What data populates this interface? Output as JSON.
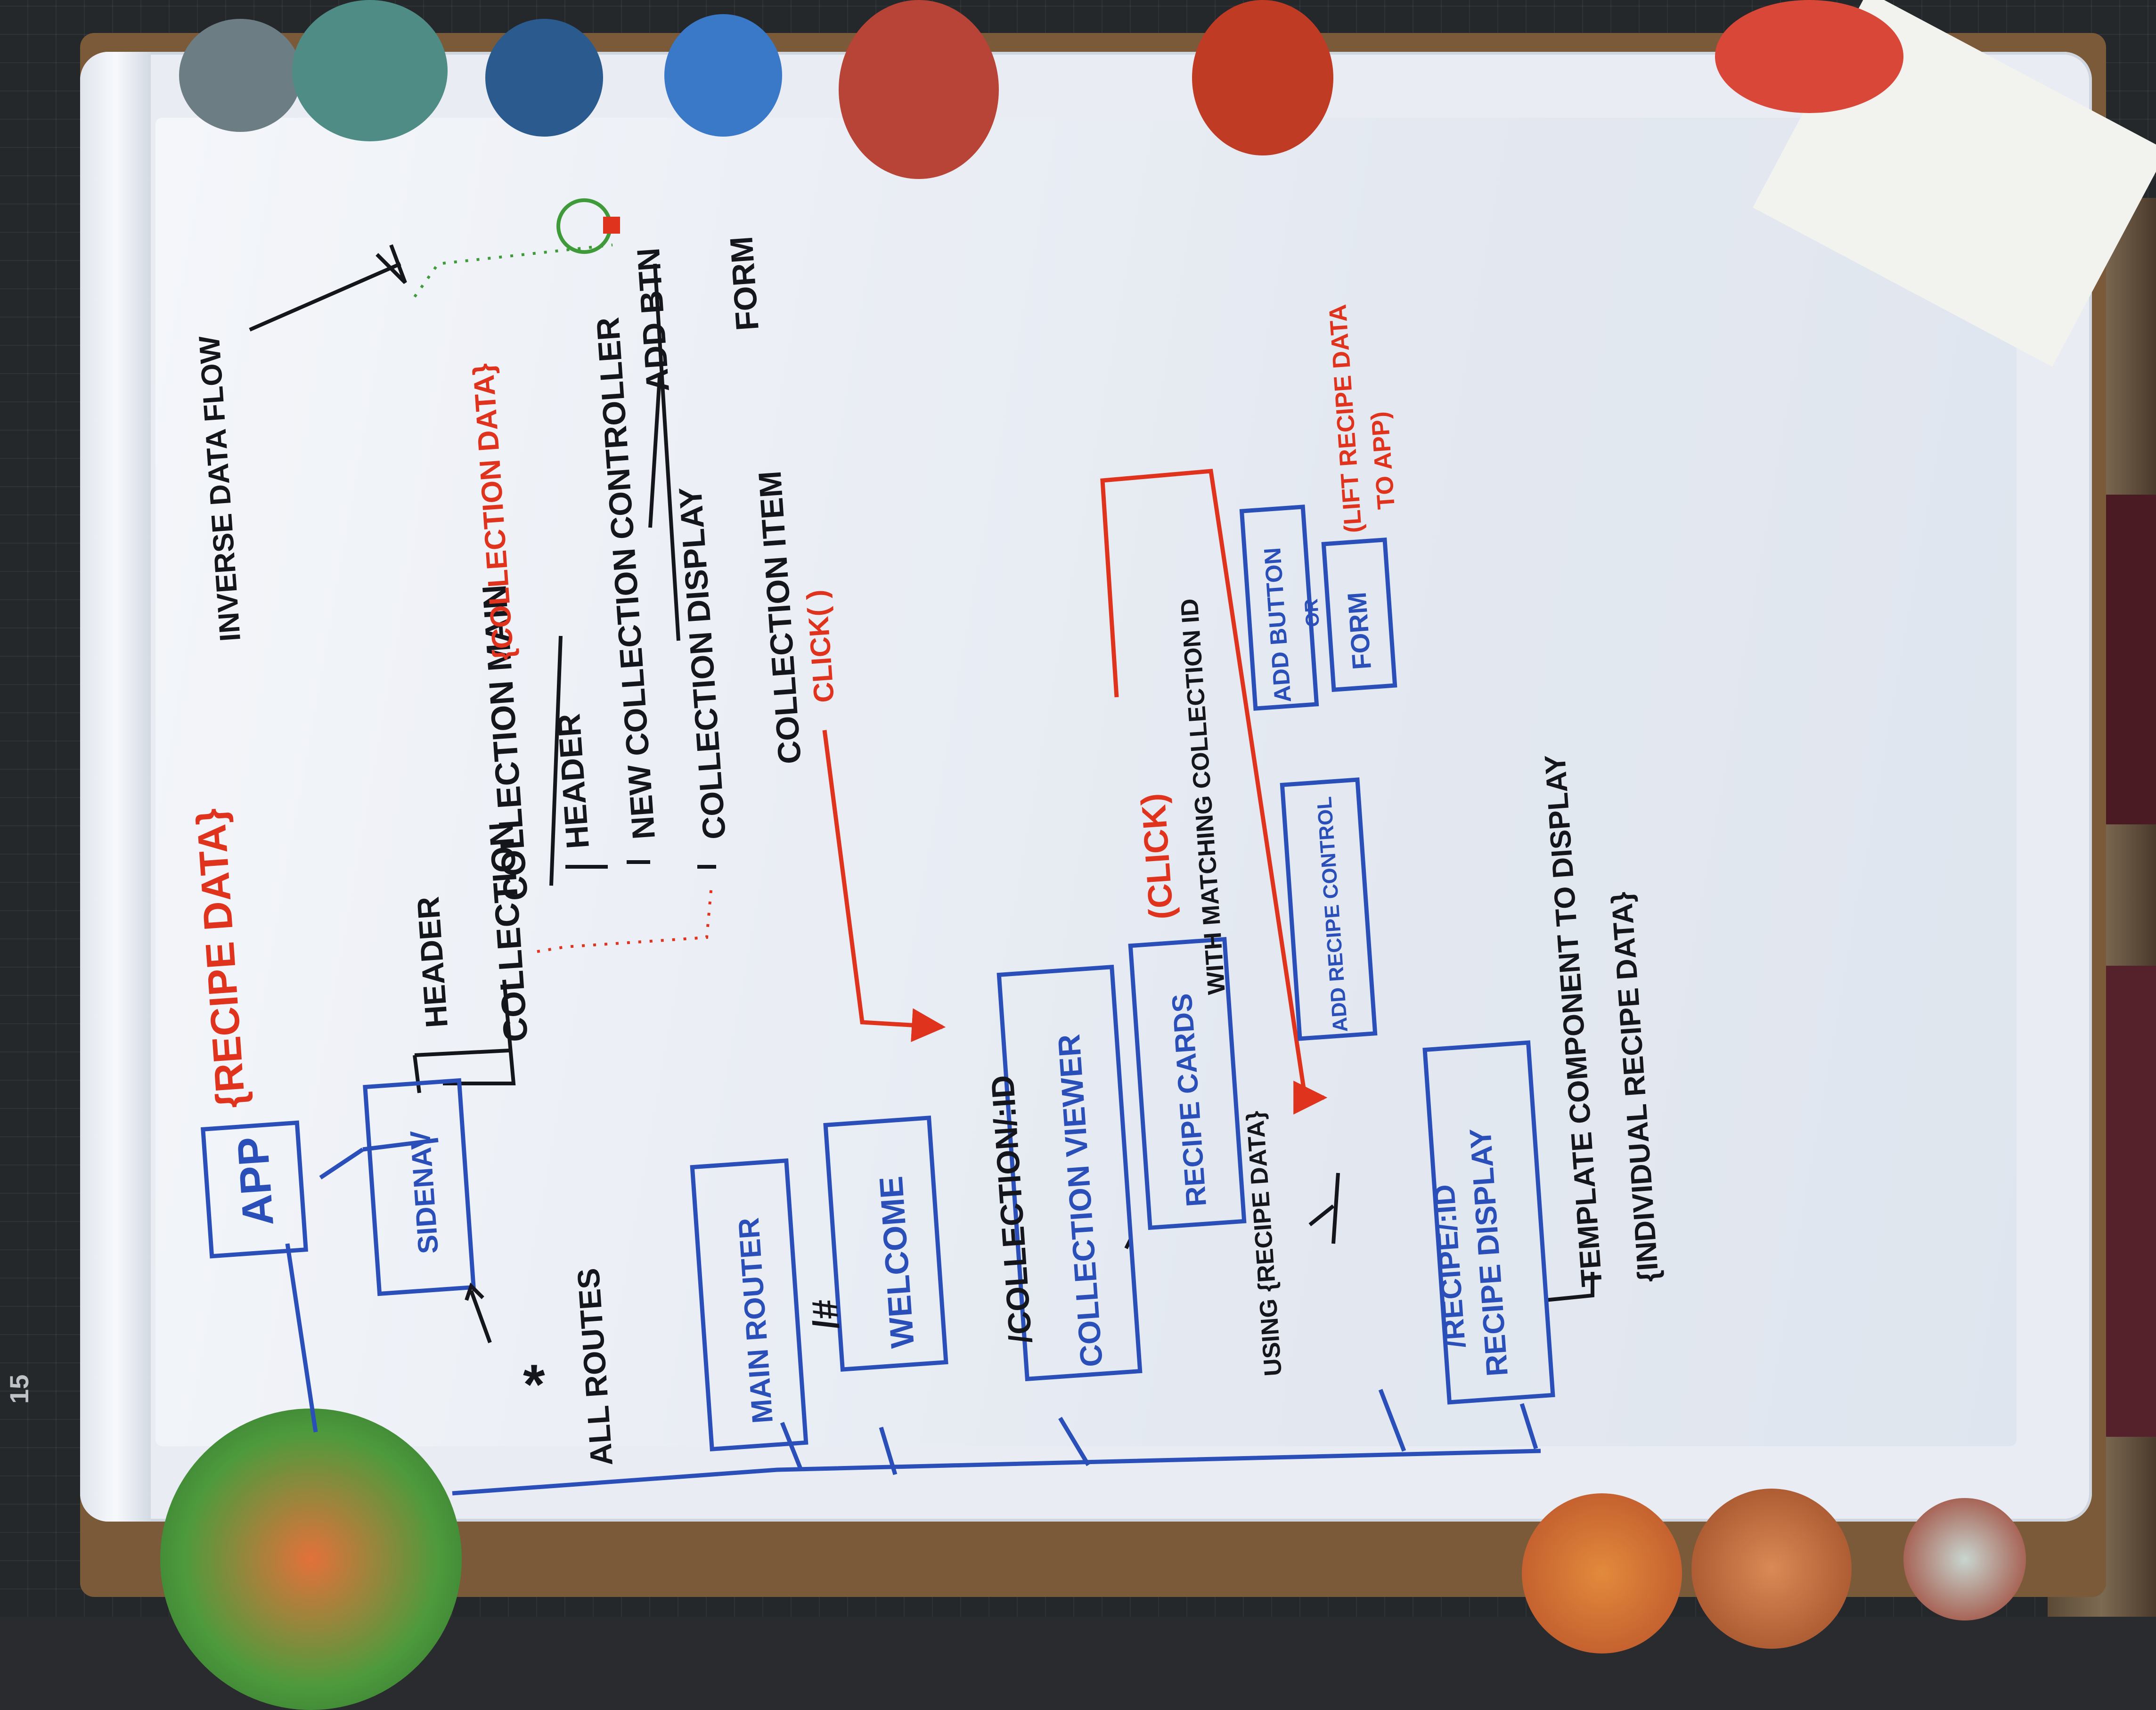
{
  "board": {
    "app": "APP",
    "recipe_data_state": "{RECIPE DATA}",
    "sidenav": "SIDENAV",
    "header": "HEADER",
    "collection": "COLLECTION",
    "collection_main": "COLLECTION MAIN",
    "collection_data_state": "{COLLECTION DATA}",
    "cm_header": "HEADER",
    "new_collection_controller": "NEW COLLECTION CONTROLLER",
    "add_btn": "ADD BTN",
    "form": "FORM",
    "collection_display": "COLLECTION DISPLAY",
    "collection_item": "COLLECTION ITEM",
    "click_fn": "CLICK( )",
    "inverse_data_flow": "INVERSE DATA FLOW",
    "all_routes_star": "*",
    "all_routes": "ALL ROUTES",
    "main_router": "MAIN ROUTER",
    "route_root": "/#",
    "welcome": "WELCOME",
    "route_collection": "/COLLECTION/:ID",
    "collection_viewer": "COLLECTION VIEWER",
    "recipe_cards": "RECIPE CARDS",
    "click_paren": "(CLICK)",
    "with_matching": "WITH MATCHING COLLECTION ID",
    "using_recipe_data": "USING {RECIPE DATA}",
    "add_recipe_control": "ADD RECIPE CONTROL",
    "add_button": "ADD BUTTON",
    "or": "OR",
    "form2": "FORM",
    "lift_recipe_data": "(LIFT RECIPE DATA",
    "to_app": "TO APP)",
    "route_recipe": "/RECIPE/:ID",
    "recipe_display": "RECIPE DISPLAY",
    "template_line1": "TEMPLATE COMPONENT TO DISPLAY",
    "template_line2": "{INDIVIDUAL RECIPE DATA}",
    "ruler_number": "15"
  },
  "colors": {
    "blue_ink": "#2a4fb8",
    "black_ink": "#14161c",
    "red_ink": "#e0331e",
    "green_ink": "#3f9a3a"
  }
}
